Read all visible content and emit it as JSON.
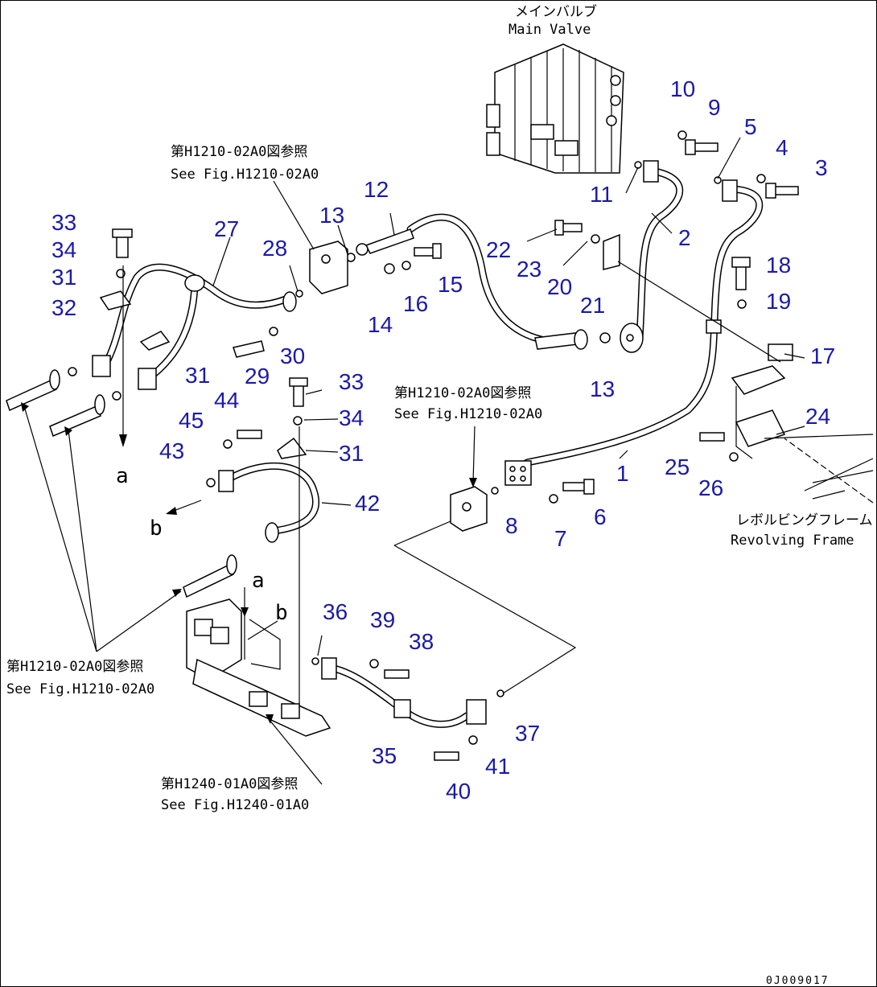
{
  "labels": {
    "main_valve_jp": "メインバルブ",
    "main_valve_en": "Main Valve",
    "ref_top_jp": "第H1210-02A0図参照",
    "ref_top_en": "See Fig.H1210-02A0",
    "ref_mid_jp": "第H1210-02A0図参照",
    "ref_mid_en": "See Fig.H1210-02A0",
    "ref_left_jp": "第H1210-02A0図参照",
    "ref_left_en": "See Fig.H1210-02A0",
    "ref_bottom_jp": "第H1240-01A0図参照",
    "ref_bottom_en": "See Fig.H1240-01A0",
    "frame_jp": "レボルビングフレーム",
    "frame_en": "Revolving Frame",
    "mark_a1": "a",
    "mark_a2": "a",
    "mark_b1": "b",
    "mark_b2": "b",
    "drawing_code": "0J009017"
  },
  "callouts": [
    "1",
    "2",
    "3",
    "4",
    "5",
    "6",
    "7",
    "8",
    "9",
    "10",
    "11",
    "12",
    "13",
    "13",
    "14",
    "15",
    "16",
    "17",
    "18",
    "19",
    "20",
    "21",
    "22",
    "23",
    "24",
    "25",
    "26",
    "27",
    "28",
    "29",
    "30",
    "31",
    "31",
    "31",
    "32",
    "33",
    "33",
    "34",
    "34",
    "35",
    "36",
    "37",
    "38",
    "39",
    "40",
    "41",
    "42",
    "43",
    "44",
    "45"
  ],
  "colors": {
    "callout": "#1a1aa8",
    "line": "#000000"
  }
}
